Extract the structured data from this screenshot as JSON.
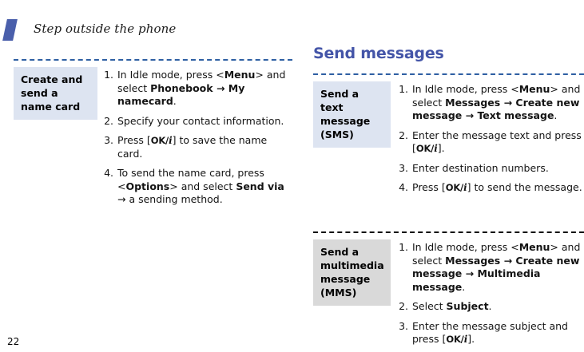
{
  "page": {
    "number": "22",
    "running_header": "Step outside the phone",
    "accent_color": "#4a5fab",
    "heading_color": "#4455a8",
    "label_blue": "#dde4f1",
    "label_gray": "#d9d9d9",
    "rule_blue": "#2e5fa3",
    "rule_black": "#111111"
  },
  "key_chip": {
    "open": "[",
    "ok": "OK/",
    "i": "i",
    "close": "]"
  },
  "left_column": {
    "entry": {
      "label": "Create and send a name card",
      "label_style": "blue",
      "steps": [
        {
          "num": "1.",
          "parts": [
            {
              "t": "In Idle mode, press <",
              "b": false
            },
            {
              "t": "Menu",
              "b": true
            },
            {
              "t": "> and select ",
              "b": false
            },
            {
              "t": "Phonebook",
              "b": true
            },
            {
              "t": " → ",
              "b": true
            },
            {
              "t": "My namecard",
              "b": true
            },
            {
              "t": ".",
              "b": false
            }
          ]
        },
        {
          "num": "2.",
          "parts": [
            {
              "t": "Specify your contact information.",
              "b": false
            }
          ]
        },
        {
          "num": "3.",
          "parts": [
            {
              "t": "Press ",
              "b": false
            },
            {
              "key": true
            },
            {
              "t": " to save the name card.",
              "b": false
            }
          ]
        },
        {
          "num": "4.",
          "parts": [
            {
              "t": "To send the name card, press <",
              "b": false
            },
            {
              "t": "Options",
              "b": true
            },
            {
              "t": "> and select ",
              "b": false
            },
            {
              "t": "Send via",
              "b": true
            },
            {
              "t": " → a sending method.",
              "b": false
            }
          ]
        }
      ]
    }
  },
  "right_column": {
    "heading": "Send messages",
    "entries": [
      {
        "label": "Send a text message (SMS)",
        "label_style": "blue",
        "steps": [
          {
            "num": "1.",
            "parts": [
              {
                "t": "In Idle mode, press <",
                "b": false
              },
              {
                "t": "Menu",
                "b": true
              },
              {
                "t": "> and select ",
                "b": false
              },
              {
                "t": "Messages",
                "b": true
              },
              {
                "t": " → ",
                "b": true
              },
              {
                "t": "Create new message",
                "b": true
              },
              {
                "t": " → ",
                "b": true
              },
              {
                "t": "Text message",
                "b": true
              },
              {
                "t": ".",
                "b": false
              }
            ]
          },
          {
            "num": "2.",
            "parts": [
              {
                "t": "Enter the message text and press ",
                "b": false
              },
              {
                "key": true
              },
              {
                "t": ".",
                "b": false
              }
            ]
          },
          {
            "num": "3.",
            "parts": [
              {
                "t": "Enter destination numbers.",
                "b": false
              }
            ]
          },
          {
            "num": "4.",
            "parts": [
              {
                "t": "Press ",
                "b": false
              },
              {
                "key": true
              },
              {
                "t": " to send the message.",
                "b": false
              }
            ]
          }
        ]
      },
      {
        "label": "Send a multimedia message (MMS)",
        "label_style": "gray",
        "steps": [
          {
            "num": "1.",
            "parts": [
              {
                "t": "In Idle mode, press <",
                "b": false
              },
              {
                "t": "Menu",
                "b": true
              },
              {
                "t": "> and select ",
                "b": false
              },
              {
                "t": "Messages",
                "b": true
              },
              {
                "t": " → ",
                "b": true
              },
              {
                "t": "Create new message",
                "b": true
              },
              {
                "t": " → ",
                "b": true
              },
              {
                "t": "Multimedia message",
                "b": true
              },
              {
                "t": ".",
                "b": false
              }
            ]
          },
          {
            "num": "2.",
            "parts": [
              {
                "t": "Select ",
                "b": false
              },
              {
                "t": "Subject",
                "b": true
              },
              {
                "t": ".",
                "b": false
              }
            ]
          },
          {
            "num": "3.",
            "parts": [
              {
                "t": "Enter the message subject and press ",
                "b": false
              },
              {
                "key": true
              },
              {
                "t": ".",
                "b": false
              }
            ]
          }
        ]
      }
    ]
  }
}
